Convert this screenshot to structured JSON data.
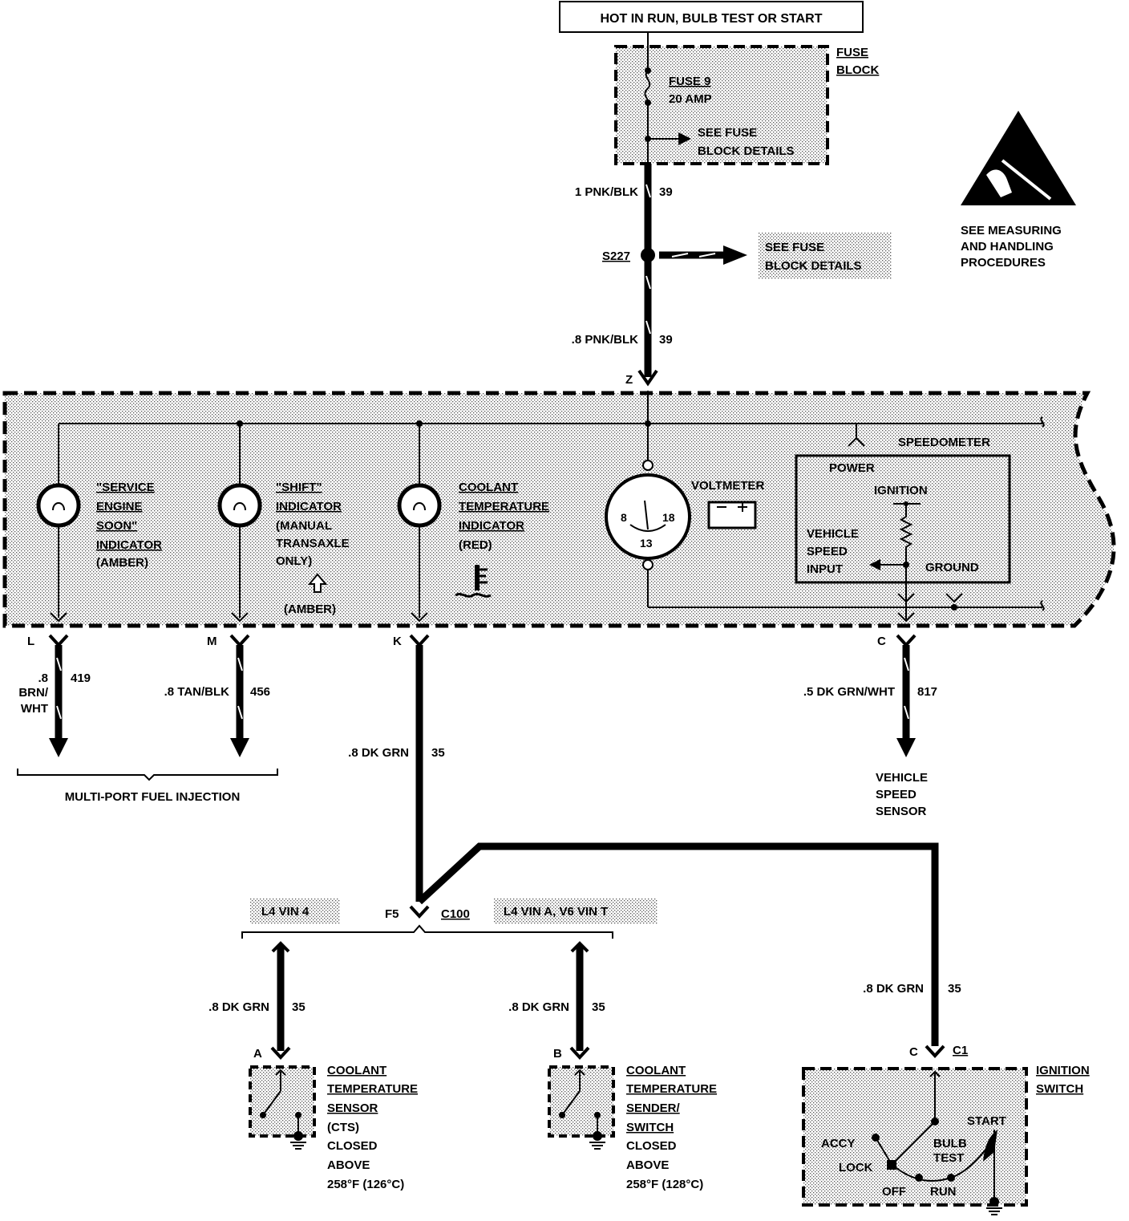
{
  "top_box": "HOT IN RUN, BULB TEST OR START",
  "fuse_block": {
    "title_1": "FUSE",
    "title_2": "BLOCK",
    "fuse_name": "FUSE 9",
    "fuse_rating": "20 AMP",
    "see_1": "SEE FUSE",
    "see_2": "BLOCK DETAILS"
  },
  "esd_note": [
    "SEE MEASURING",
    "AND HANDLING",
    "PROCEDURES"
  ],
  "wire_top": {
    "size": "1 PNK/BLK",
    "circuit": "39"
  },
  "splice": {
    "name": "S227",
    "see_1": "SEE FUSE",
    "see_2": "BLOCK DETAILS"
  },
  "wire_cluster_feed": {
    "size": ".8 PNK/BLK",
    "circuit": "39",
    "pin": "Z"
  },
  "cluster": {
    "indicator_1": [
      "\"SERVICE",
      "ENGINE",
      "SOON\"",
      "INDICATOR",
      "(AMBER)"
    ],
    "indicator_2": [
      "\"SHIFT\"",
      "INDICATOR",
      "(MANUAL",
      "TRANSAXLE",
      "ONLY)"
    ],
    "indicator_2_color": "(AMBER)",
    "indicator_3": [
      "COOLANT",
      "TEMPERATURE",
      "INDICATOR",
      "(RED)"
    ],
    "voltmeter": "VOLTMETER",
    "volt_scale": [
      "8",
      "18",
      "13"
    ],
    "speedometer": "SPEEDOMETER",
    "speedo_inner": {
      "power": "POWER",
      "ignition": "IGNITION",
      "vsi_1": "VEHICLE",
      "vsi_2": "SPEED",
      "vsi_3": "INPUT",
      "ground": "GROUND"
    }
  },
  "pins": {
    "l": "L",
    "m": "M",
    "k": "K",
    "c": "C"
  },
  "wires_bottom": {
    "l_size_1": ".8",
    "l_size_2": "BRN/",
    "l_size_3": "WHT",
    "l_circuit": "419",
    "m_size": ".8 TAN/BLK",
    "m_circuit": "456",
    "k_size": ".8 DK GRN",
    "k_circuit": "35",
    "c_size": ".5 DK GRN/WHT",
    "c_circuit": "817"
  },
  "mpfi": "MULTI-PORT FUEL INJECTION",
  "vss": [
    "VEHICLE",
    "SPEED",
    "SENSOR"
  ],
  "connector": {
    "pin": "F5",
    "name": "C100"
  },
  "variant_left": "L4 VIN 4",
  "variant_right": "L4 VIN A, V6 VIN T",
  "wire_a": {
    "size": ".8 DK GRN",
    "circuit": "35",
    "pin": "A"
  },
  "wire_b": {
    "size": ".8 DK GRN",
    "circuit": "35",
    "pin": "B"
  },
  "wire_ign": {
    "size": ".8 DK GRN",
    "circuit": "35",
    "pin": "C",
    "connector": "C1"
  },
  "sensor_a": [
    "COOLANT",
    "TEMPERATURE",
    "SENSOR",
    "(CTS)",
    "CLOSED",
    "ABOVE",
    "258°F (126°C)"
  ],
  "sensor_b": [
    "COOLANT",
    "TEMPERATURE",
    "SENDER/",
    "SWITCH",
    "CLOSED",
    "ABOVE",
    "258°F (128°C)"
  ],
  "ignition_switch": {
    "title_1": "IGNITION",
    "title_2": "SWITCH",
    "start": "START",
    "accy": "ACCY",
    "bulb": "BULB",
    "test": "TEST",
    "lock": "LOCK",
    "off": "OFF",
    "run": "RUN"
  }
}
